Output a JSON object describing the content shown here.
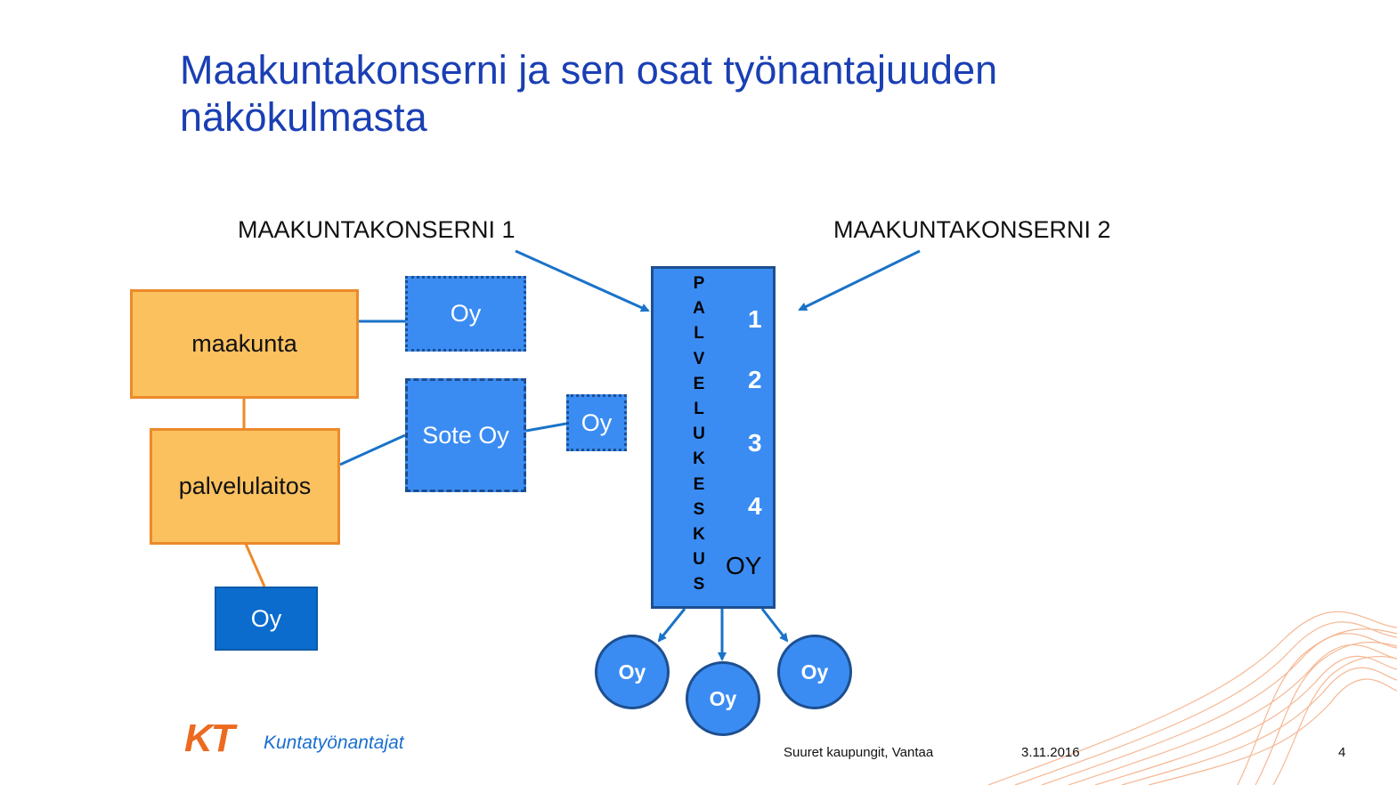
{
  "slide": {
    "title_line1": "Maakuntakonserni  ja sen osat työnantajuuden",
    "title_line2": "näkökulmasta",
    "page_number": "4"
  },
  "diagram": {
    "group_label_1": "MAAKUNTAKONSERNI  1",
    "group_label_2": "MAAKUNTAKONSERNI  2",
    "maakunta": "maakunta",
    "palvelulaitos": "palvelulaitos",
    "oy_top": "Oy",
    "sote_oy": "Sote Oy",
    "oy_small": "Oy",
    "oy_bottom_left": "Oy",
    "palvelukeskus_letters": [
      "P",
      "A",
      "L",
      "V",
      "E",
      "L",
      "U",
      "K",
      "E",
      "S",
      "K",
      "U",
      "S"
    ],
    "palvelukeskus_numbers": [
      "1",
      "2",
      "3",
      "4"
    ],
    "palvelukeskus_oy": "OY",
    "circles": [
      "Oy",
      "Oy",
      "Oy"
    ]
  },
  "footer": {
    "logo_mark": "KT",
    "logo_name": "Kuntatyönantajat",
    "event": "Suuret kaupungit, Vantaa",
    "date": "3.11.2016"
  },
  "colors": {
    "title": "#1a3fb4",
    "orange_fill": "#fbc15f",
    "orange_border": "#ec8a2a",
    "blue_fill": "#3b8cf2",
    "blue_border": "#1d4f90",
    "arrow": "#1a73c8",
    "logo_orange": "#ec6a1f"
  }
}
